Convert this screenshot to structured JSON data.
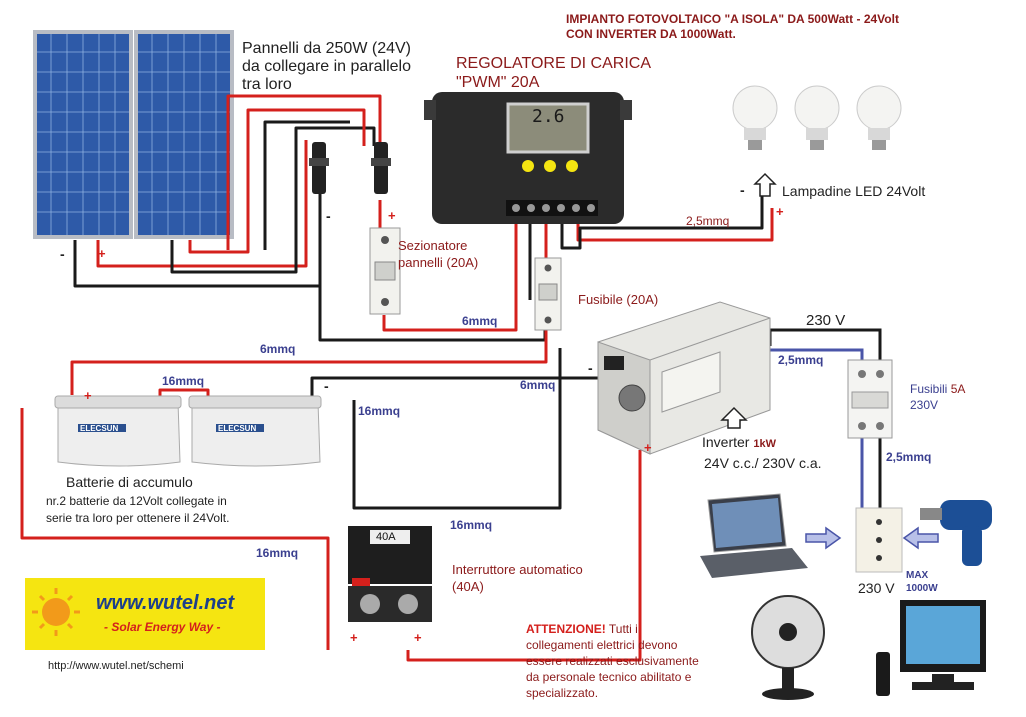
{
  "title": {
    "line1": "IMPIANTO FOTOVOLTAICO \"A ISOLA\" DA 500Watt - 24Volt",
    "line2": "CON INVERTER DA 1000Watt."
  },
  "panels": {
    "caption": [
      "Pannelli da 250W (24V)",
      "da collegare in parallelo",
      "tra loro"
    ],
    "minus": "-",
    "plus": "+"
  },
  "regulator": {
    "label_line1": "REGOLATORE DI CARICA",
    "label_line2": "\"PWM\" 20A",
    "display": "2.6"
  },
  "lamps": {
    "label": "Lampadine LED 24Volt",
    "minus": "-",
    "plus": "+",
    "wire_size": "2,5mmq"
  },
  "disconnector": {
    "label_line1": "Sezionatore",
    "label_line2": "pannelli (20A)",
    "plus": "+",
    "minus": "-"
  },
  "fuse": {
    "label": "Fusibile (20A)"
  },
  "wires": {
    "panel_to_reg": "6mmq",
    "fuse_to_batt": "6mmq",
    "batt_to_inverter": "6mmq",
    "batt_link": "16mmq",
    "batt_minus": "16mmq",
    "batt_plus": "16mmq",
    "breaker_to_inv": "16mmq",
    "inv_to_fuse": "2,5mmq",
    "fuse_to_socket": "2,5mmq"
  },
  "batteries": {
    "title": "Batterie di accumulo",
    "desc_line1": "nr.2 batterie da 12Volt collegate in",
    "desc_line2": "serie tra loro per ottenere il 24Volt.",
    "brand": "ELECSUN",
    "plus": "+",
    "minus": "-"
  },
  "inverter": {
    "label_prefix": "Inverter",
    "label_power": "1kW",
    "label_line2": "24V c.c./ 230V c.a.",
    "voltage_out": "230 V",
    "minus": "-",
    "plus": "+"
  },
  "ac_fuses": {
    "label_prefix": "Fusibili",
    "label_amp": "5A",
    "label_line2": "230V"
  },
  "socket": {
    "voltage": "230 V",
    "max_line1": "MAX",
    "max_line2": "1000W"
  },
  "breaker": {
    "rating": "40A",
    "label_line1": "Interruttore automatico",
    "label_line2": "(40A)",
    "plus_left": "+",
    "plus_right": "+"
  },
  "warning": {
    "head": "ATTENZIONE!",
    "text_line1": "Tutti i",
    "text_line2": "collegamenti elettrici devono",
    "text_line3": "essere realizzati esclusivamente",
    "text_line4": "da personale tecnico abilitato e",
    "text_line5": "specializzato."
  },
  "logo": {
    "site": "www.wutel.net",
    "tagline": "- Solar Energy Way -",
    "url": "http://www.wutel.net/schemi"
  },
  "colors": {
    "wire_red": "#d4201c",
    "wire_black": "#1a1a1a",
    "wire_blue": "#4a55a8",
    "title_red": "#a0171c",
    "logo_yellow": "#f5e511"
  }
}
